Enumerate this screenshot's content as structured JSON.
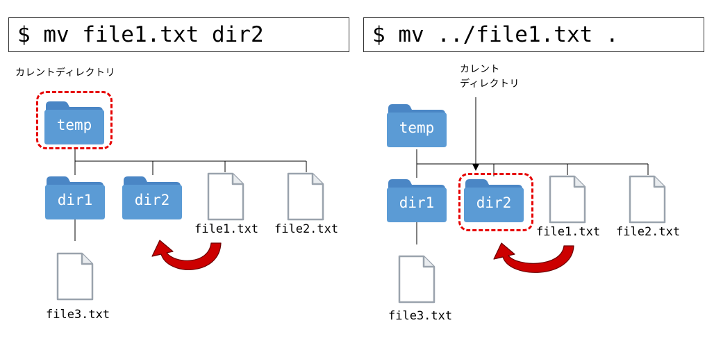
{
  "left_panel": {
    "command": "$ mv file1.txt dir2",
    "current_dir_label": "カレントディレクトリ",
    "folders": {
      "root": "temp",
      "dir1": "dir1",
      "dir2": "dir2"
    },
    "files": {
      "file1": "file1.txt",
      "file2": "file2.txt",
      "file3": "file3.txt"
    }
  },
  "right_panel": {
    "command": "$ mv ../file1.txt .",
    "current_dir_label_line1": "カレント",
    "current_dir_label_line2": "ディレクトリ",
    "folders": {
      "root": "temp",
      "dir1": "dir1",
      "dir2": "dir2"
    },
    "files": {
      "file1": "file1.txt",
      "file2": "file2.txt",
      "file3": "file3.txt"
    }
  },
  "colors": {
    "folder": "#5b9bd5",
    "folder_tab": "#4a86c5",
    "highlight": "#e60000",
    "arrow": "#cc0000"
  }
}
